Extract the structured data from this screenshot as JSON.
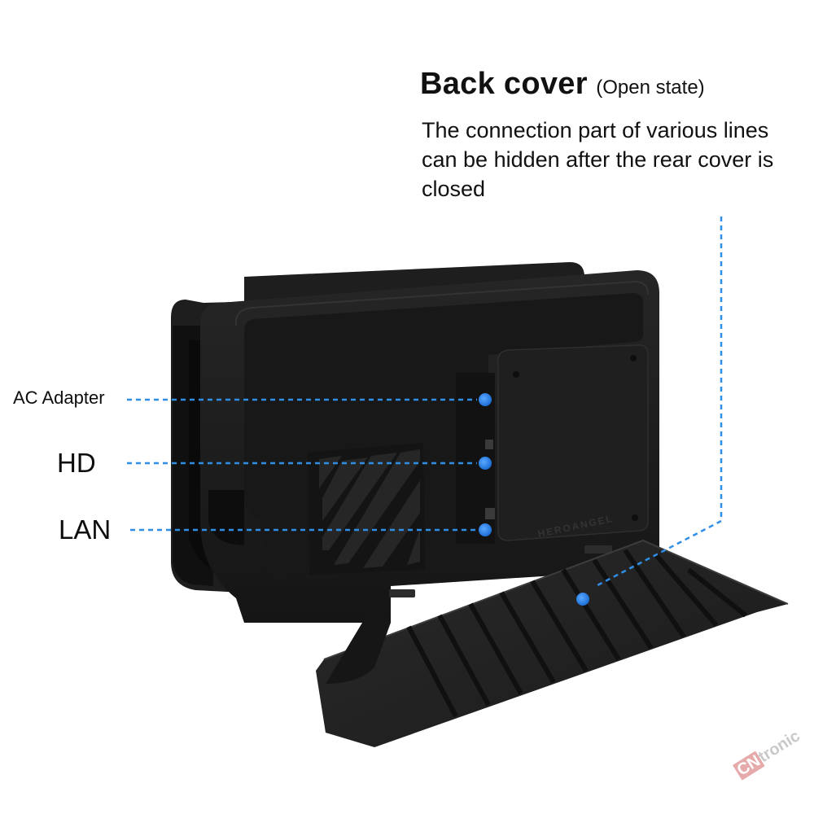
{
  "heading": {
    "title": "Back cover",
    "subtitle": "(Open state)"
  },
  "description": "The connection part of various lines can be hidden after the rear cover is closed",
  "callouts": {
    "ac_adapter": "AC Adapter",
    "hd": "HD",
    "lan": "LAN"
  },
  "product": {
    "brand_text": "HEROANGEL"
  },
  "watermark": {
    "prefix": "CN",
    "suffix": "tronic"
  },
  "colors": {
    "accent": "#2f8ee6",
    "dot": "#2a7fe0",
    "dock": "#1b1b1b"
  }
}
